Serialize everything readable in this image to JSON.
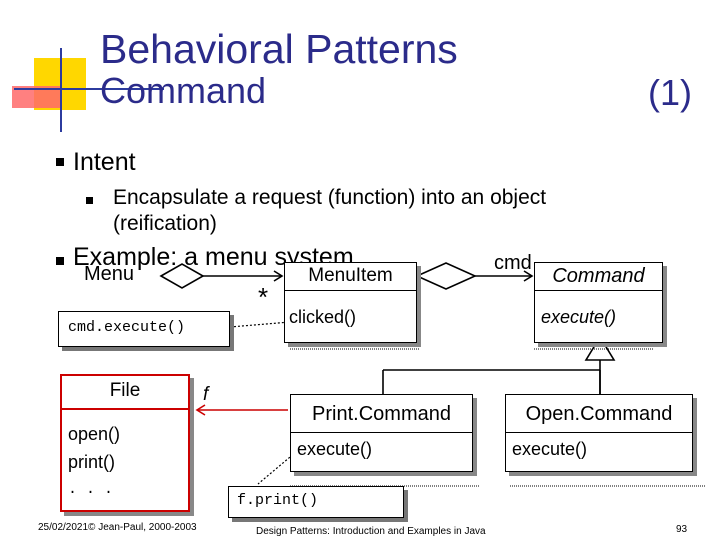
{
  "slide": {
    "title_line1": "Behavioral Patterns",
    "title_line2": "Command",
    "title_number": "(1)",
    "bullets": [
      {
        "text": "Intent"
      },
      {
        "text": "Encapsulate a request (function) into an object (reification)"
      },
      {
        "text": "Example: a menu system"
      }
    ]
  },
  "diagram": {
    "menu_label": "Menu",
    "menuitem_label": "MenuItem",
    "menuitem_method": "clicked()",
    "multiplicity": "*",
    "cmd_role": "cmd",
    "command_label": "Command",
    "command_method": "execute()",
    "note_cmd_execute": "cmd.execute()",
    "file_label": "File",
    "file_methods": [
      "open()",
      "print()",
      ". . ."
    ],
    "f_role": "f",
    "print_command_label": "Print.Command",
    "print_command_method": "execute()",
    "open_command_label": "Open.Command",
    "open_command_method": "execute()",
    "note_f_print": "f.print()"
  },
  "footer": {
    "left": "25/02/2021© Jean-Paul, 2000-2003",
    "center": "Design Patterns: Introduction and Examples in Java",
    "page_number": "93"
  },
  "colors": {
    "title": "#2b2b8a",
    "file_border": "#cc0000",
    "logo_yellow": "#ffd700",
    "logo_red": "#ff6a6a",
    "logo_line": "#2c3b9e"
  }
}
